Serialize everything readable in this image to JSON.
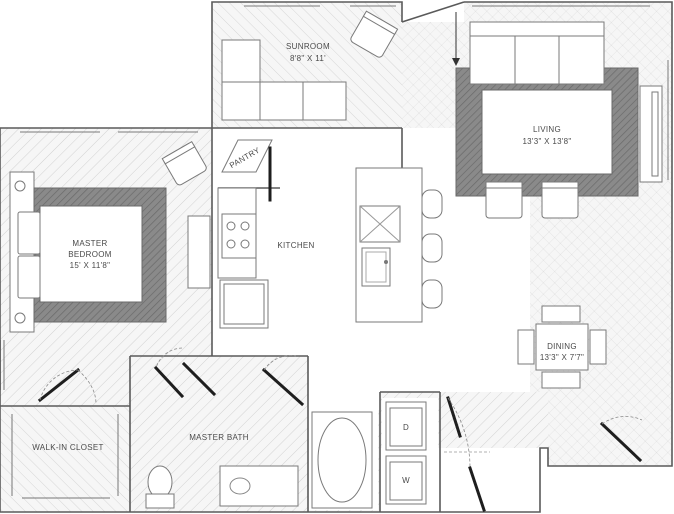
{
  "rooms": {
    "sunroom": {
      "name": "SUNROOM",
      "size": "8'8\" X 11'"
    },
    "living": {
      "name": "LIVING",
      "size": "13'3\" X 13'8\""
    },
    "master_bedroom": {
      "name_line1": "MASTER",
      "name_line2": "BEDROOM",
      "size": "15' X 11'8\""
    },
    "kitchen": {
      "name": "KITCHEN"
    },
    "pantry": {
      "name": "PANTRY"
    },
    "dining": {
      "name": "DINING",
      "size": "13'3\" X 7'7\""
    },
    "walk_in_closet": {
      "name": "WALK-IN CLOSET"
    },
    "master_bath": {
      "name": "MASTER BATH"
    },
    "dryer": {
      "name": "D"
    },
    "washer": {
      "name": "W"
    }
  },
  "colors": {
    "wall": "#5a5a5a",
    "floor_hatch": "#d0d0d0",
    "rug": "#6e6e6e",
    "door": "#1e1e1e"
  }
}
